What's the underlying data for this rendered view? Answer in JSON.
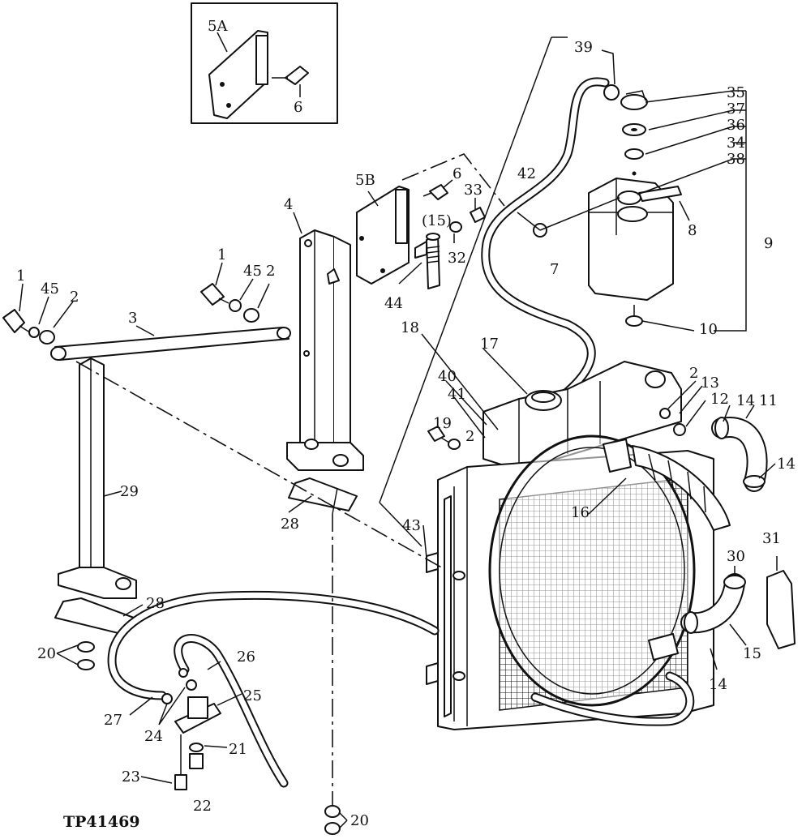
{
  "figure_code": "TP41469",
  "callouts": {
    "c1a": "1",
    "c45a": "45",
    "c2a": "2",
    "c3": "3",
    "c1b": "1",
    "c45b": "45",
    "c2b": "2",
    "c4": "4",
    "c5A": "5A",
    "c6a": "6",
    "c5B": "5B",
    "c6b": "6",
    "c33": "33",
    "c15p": "(15)",
    "c32": "32",
    "c44": "44",
    "c39": "39",
    "c42": "42",
    "c35": "35",
    "c37": "37",
    "c36": "36",
    "c34": "34",
    "c38": "38",
    "c8": "8",
    "c9": "9",
    "c7": "7",
    "c10": "10",
    "c18": "18",
    "c17": "17",
    "c40": "40",
    "c41": "41",
    "c2c": "2",
    "c13": "13",
    "c12": "12",
    "c14a": "14",
    "c11": "11",
    "c14b": "14",
    "c19": "19",
    "c2d": "2",
    "c16": "16",
    "c29": "29",
    "c28a": "28",
    "c43": "43",
    "c30": "30",
    "c31": "31",
    "c15": "15",
    "c14c": "14",
    "c28b": "28",
    "c20a": "20",
    "c26": "26",
    "c25": "25",
    "c27": "27",
    "c24": "24",
    "c21": "21",
    "c23": "23",
    "c22": "22",
    "c20b": "20"
  }
}
